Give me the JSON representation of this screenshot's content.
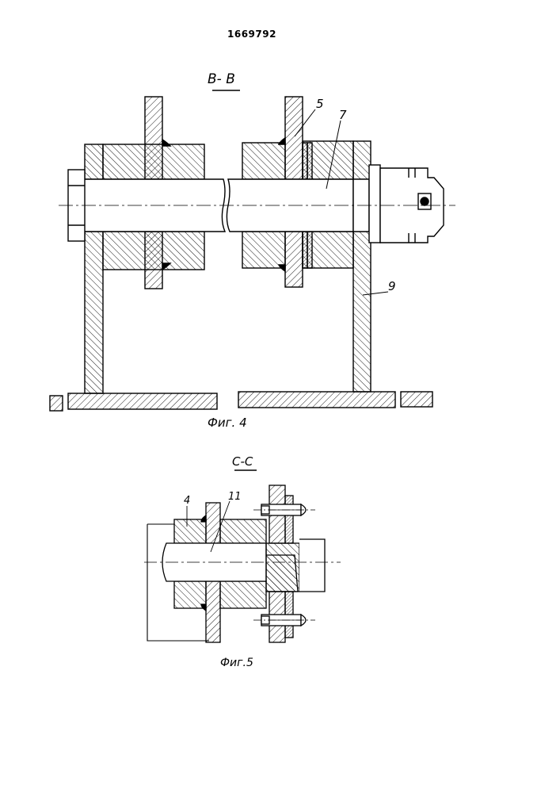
{
  "patent_number": "1669792",
  "figure4": {
    "section_label": "В- В",
    "caption": "Фиг. 4",
    "callouts": [
      "5",
      "7",
      "9"
    ]
  },
  "figure5": {
    "section_label": "С-С",
    "caption": "Фиг.5",
    "callouts": [
      "4",
      "11"
    ]
  },
  "line_color": "#000000"
}
